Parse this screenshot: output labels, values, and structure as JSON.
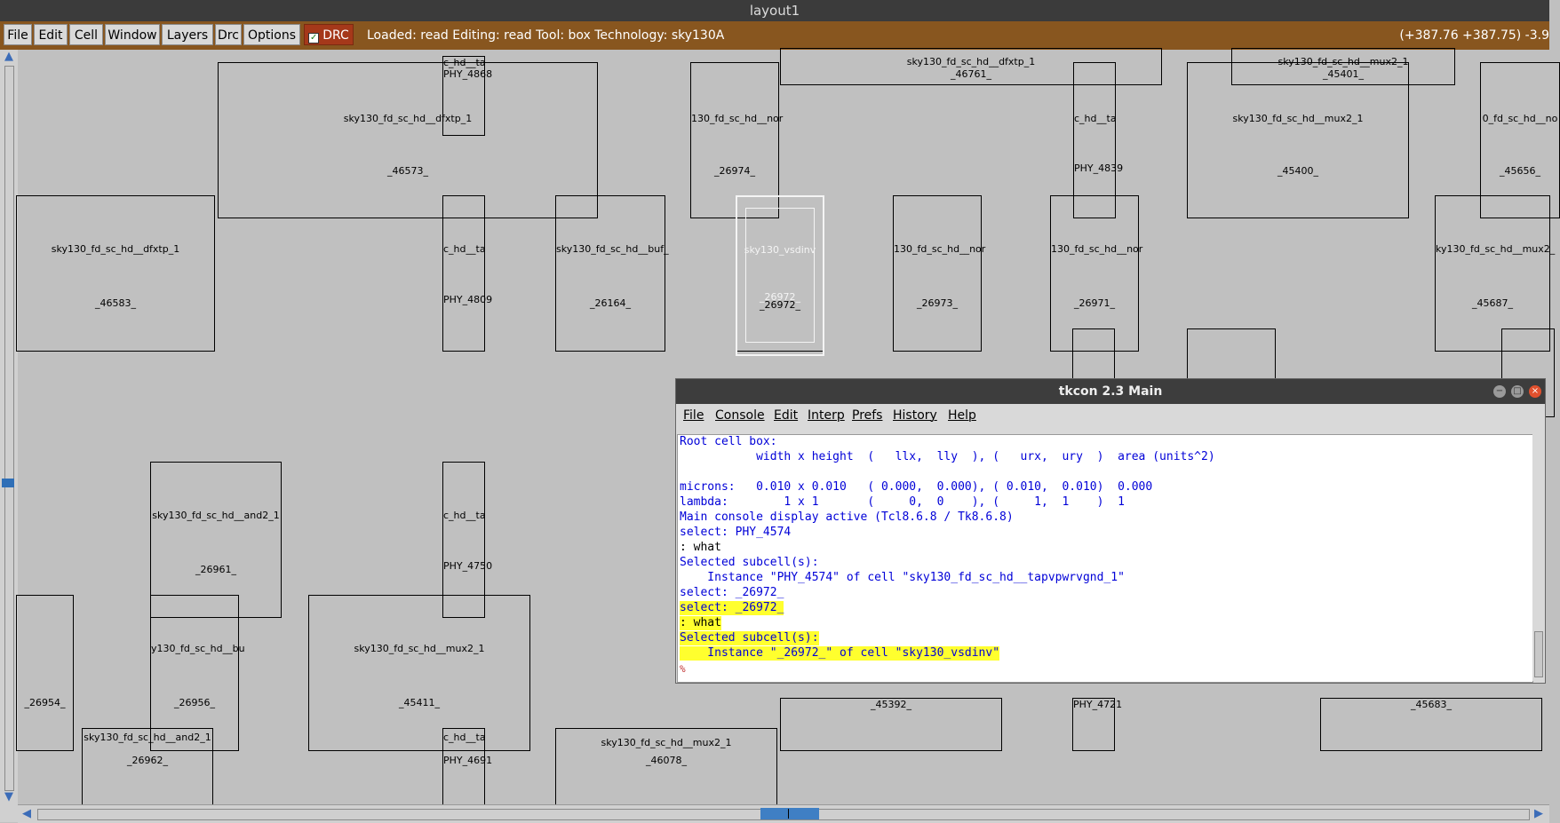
{
  "window": {
    "title": "layout1"
  },
  "menu": {
    "items": [
      "File",
      "Edit",
      "Cell",
      "Window",
      "Layers",
      "Drc",
      "Options"
    ],
    "drc_toggle": "DRC"
  },
  "status": {
    "text": "Loaded: read Editing: read Tool: box  Technology: sky130A",
    "coords": "(+387.76 +387.75) -3.9"
  },
  "layout": {
    "cells": [
      {
        "name": "c_hd__ta",
        "id": "PHY_4868"
      },
      {
        "name": "sky130_fd_sc_hd__dfxtp_1",
        "id": "_46573_"
      },
      {
        "name": "130_fd_sc_hd__nor",
        "id": "_26974_"
      },
      {
        "name": "sky130_fd_sc_hd__dfxtp_1",
        "id": "_46761_"
      },
      {
        "name": "c_hd__ta",
        "id": "PHY_4839"
      },
      {
        "name": "sky130_fd_sc_hd__mux2_1",
        "id": "_45400_"
      },
      {
        "name": "sky130_fd_sc_hd__mux2_1",
        "id": "_45401_"
      },
      {
        "name": "0_fd_sc_hd__no",
        "id": "_45656_"
      },
      {
        "name": "sky130_fd_sc_hd__dfxtp_1",
        "id": "_46583_"
      },
      {
        "name": "c_hd__ta",
        "id": "PHY_4809"
      },
      {
        "name": "sky130_fd_sc_hd__buf_",
        "id": "_26164_"
      },
      {
        "name": "sky130_vsdinv",
        "id": "_26972_"
      },
      {
        "name": "130_fd_sc_hd__nor",
        "id": "_26973_"
      },
      {
        "name": "130_fd_sc_hd__nor",
        "id": "_26971_"
      },
      {
        "name": "ky130_fd_sc_hd__mux2_",
        "id": "_45687_"
      },
      {
        "name": "sky130_fd_sc_hd__and2_1",
        "id": "_26961_"
      },
      {
        "name": "c_hd__ta",
        "id": "PHY_4750"
      },
      {
        "name": "y130_fd_sc_hd__bu",
        "id": "_26956_"
      },
      {
        "name": "sky130_fd_sc_hd__mux2_1",
        "id": "_45411_"
      },
      {
        "name": "",
        "id": "_26954_"
      },
      {
        "name": "",
        "id": "_45392_"
      },
      {
        "name": "",
        "id": "PHY_4721"
      },
      {
        "name": "",
        "id": "_45683_"
      },
      {
        "name": "sky130_fd_sc_hd__and2_1",
        "id": "_26962_"
      },
      {
        "name": "c_hd__ta",
        "id": "PHY_4691"
      },
      {
        "name": "sky130_fd_sc_hd__mux2_1",
        "id": "_46078_"
      }
    ],
    "overlap_label": "_26972_"
  },
  "tkcon": {
    "title": "tkcon 2.3 Main",
    "window_buttons": [
      "−",
      "□",
      "×"
    ],
    "menu": [
      "File",
      "Console",
      "Edit",
      "Interp",
      "Prefs",
      "History",
      "Help"
    ],
    "lines": [
      "Root cell box:",
      "           width x height  (   llx,  lly  ), (   urx,  ury  )  area (units^2)",
      "",
      "microns:   0.010 x 0.010   ( 0.000,  0.000), ( 0.010,  0.010)  0.000",
      "lambda:        1 x 1       (     0,  0    ), (     1,  1    )  1",
      "Main console display active (Tcl8.6.8 / Tk8.6.8)",
      "select: PHY_4574",
      ": what",
      "Selected subcell(s):",
      "    Instance \"PHY_4574\" of cell \"sky130_fd_sc_hd__tapvpwrvgnd_1\"",
      "select: _26972_",
      "select: _26972_",
      ": what",
      "Selected subcell(s):",
      "    Instance \"_26972_\" of cell \"sky130_vsdinv\""
    ],
    "prompt": "%"
  },
  "icons": {
    "scroll_up": "▲",
    "scroll_down": "▼",
    "scroll_left": "◀",
    "scroll_right": "▶",
    "zoom_minus": "−",
    "zoom_box": "▢",
    "check": "✓"
  },
  "colors": {
    "menubar": "#88561f",
    "drc": "#a5381a",
    "highlight": "#ffff2e",
    "console_text": "#0000d8"
  }
}
